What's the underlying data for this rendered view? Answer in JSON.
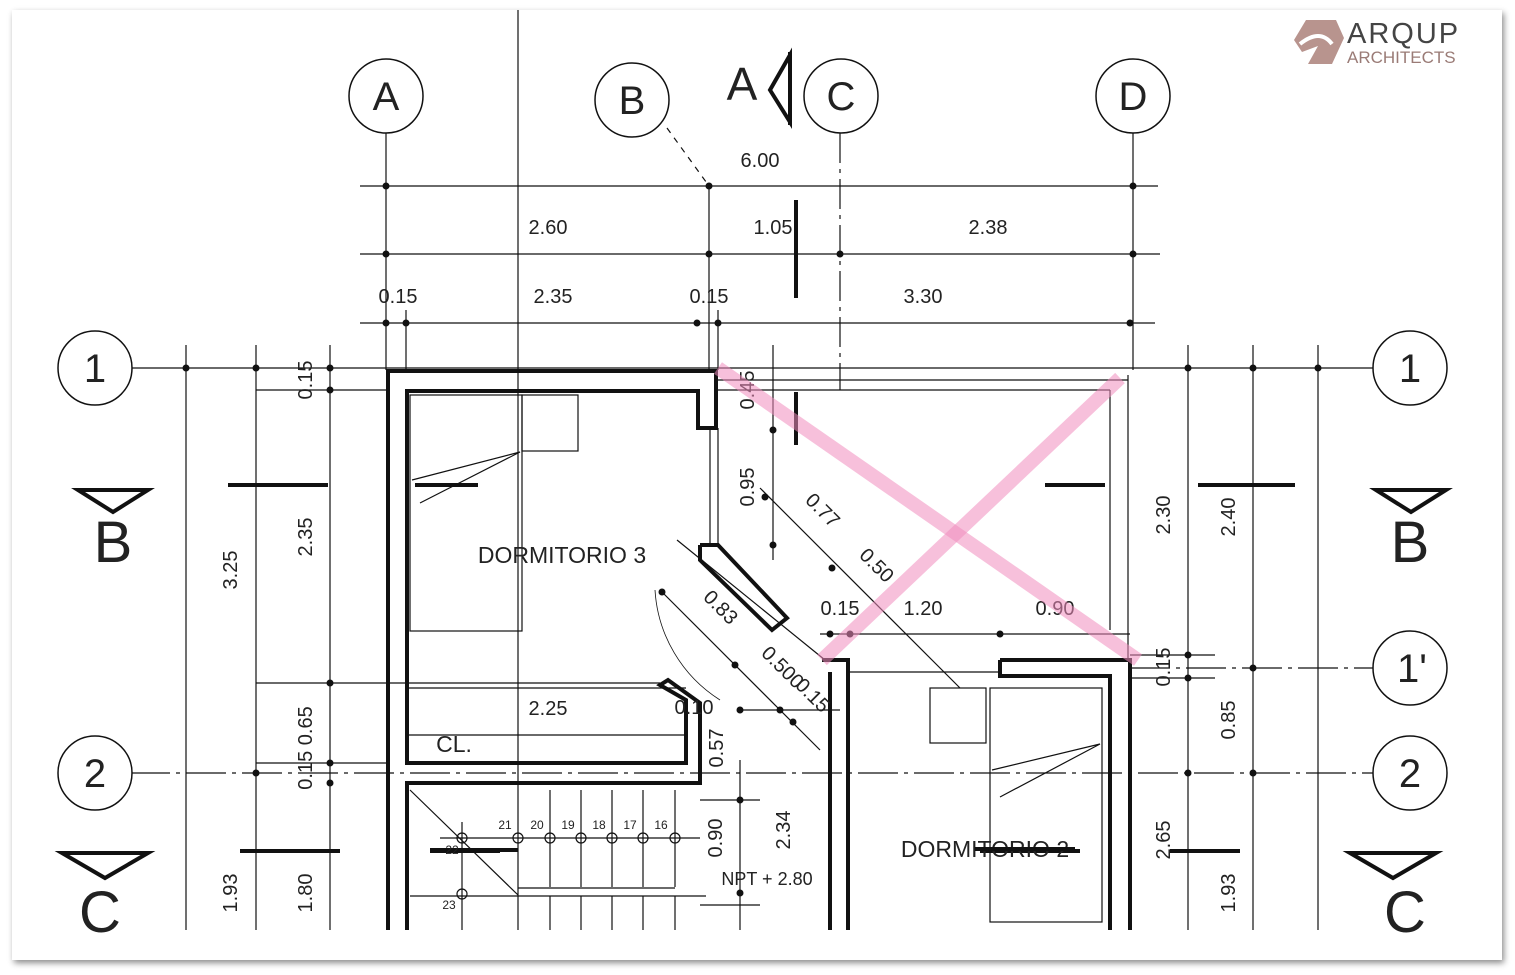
{
  "logo": {
    "name": "ARQUP",
    "sub": "ARCHITECTS",
    "color": "#b8948e"
  },
  "grid": {
    "top": [
      "A",
      "B",
      "C",
      "D"
    ],
    "left": [
      "1",
      "2"
    ],
    "right": [
      "1",
      "1'",
      "2"
    ]
  },
  "sections": {
    "a": "A",
    "b": "B",
    "c": "C"
  },
  "dims": {
    "top_total": "6.00",
    "top_row2": [
      "2.60",
      "1.05",
      "2.38"
    ],
    "top_row3": [
      "0.15",
      "2.35",
      "0.15",
      "3.30"
    ],
    "left_outer": [
      "3.25",
      "1.93"
    ],
    "left_inner": [
      "0.15",
      "2.35",
      "0.15 0.65",
      "1.80"
    ],
    "right_inner": [
      "2.30",
      "0.15",
      "2.65"
    ],
    "right_outer": [
      "2.40",
      "0.85",
      "1.93"
    ],
    "interior": [
      "0.45",
      "0.95",
      "0.77",
      "0.50",
      "0.15",
      "1.20",
      "0.90",
      "0.83",
      "0.500",
      "0.15",
      "0.10",
      "0.57",
      "2.25",
      "0.90",
      "2.34"
    ]
  },
  "rooms": {
    "dorm3": "DORMITORIO 3",
    "dorm2": "DORMITORIO 2",
    "closet": "CL."
  },
  "level": "NPT + 2.80",
  "stairs": [
    "21",
    "20",
    "19",
    "18",
    "17",
    "16",
    "22",
    "23"
  ],
  "highlight_color": "#f08cbe"
}
